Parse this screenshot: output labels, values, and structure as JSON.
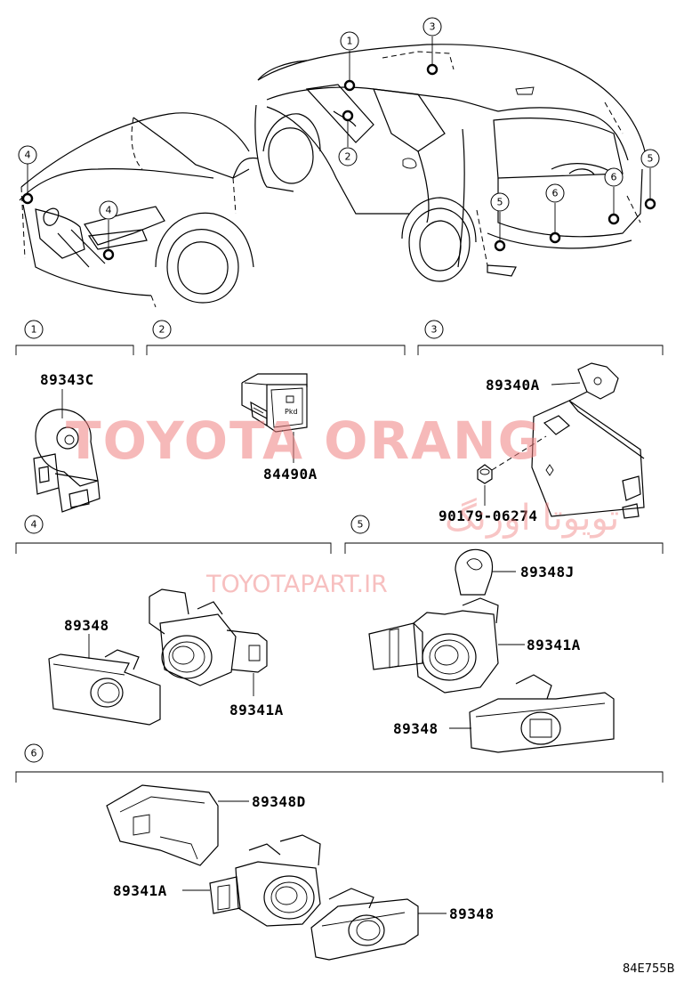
{
  "callouts": {
    "c1": "1",
    "c2": "2",
    "c3": "3",
    "c4": "4",
    "c5": "5",
    "c6": "6"
  },
  "sections": {
    "s1": "1",
    "s2": "2",
    "s3": "3",
    "s4": "4",
    "s5": "5",
    "s6": "6"
  },
  "parts": {
    "p89343C": "89343C",
    "p84490A": "84490A",
    "p89340A": "89340A",
    "p90179": "90179-06274",
    "p89348_s4": "89348",
    "p89341A_s4": "89341A",
    "p89348J": "89348J",
    "p89341A_s5": "89341A",
    "p89348_s5": "89348",
    "p89348D": "89348D",
    "p89341A_s6": "89341A",
    "p89348_s6": "89348"
  },
  "switch_text": "Pkd",
  "watermark": {
    "brand": "TOYOTA ORANG",
    "persian": "تویوتا اورنگ",
    "site": "TOYOTAPART.IR"
  },
  "figure_code": "84E755B"
}
